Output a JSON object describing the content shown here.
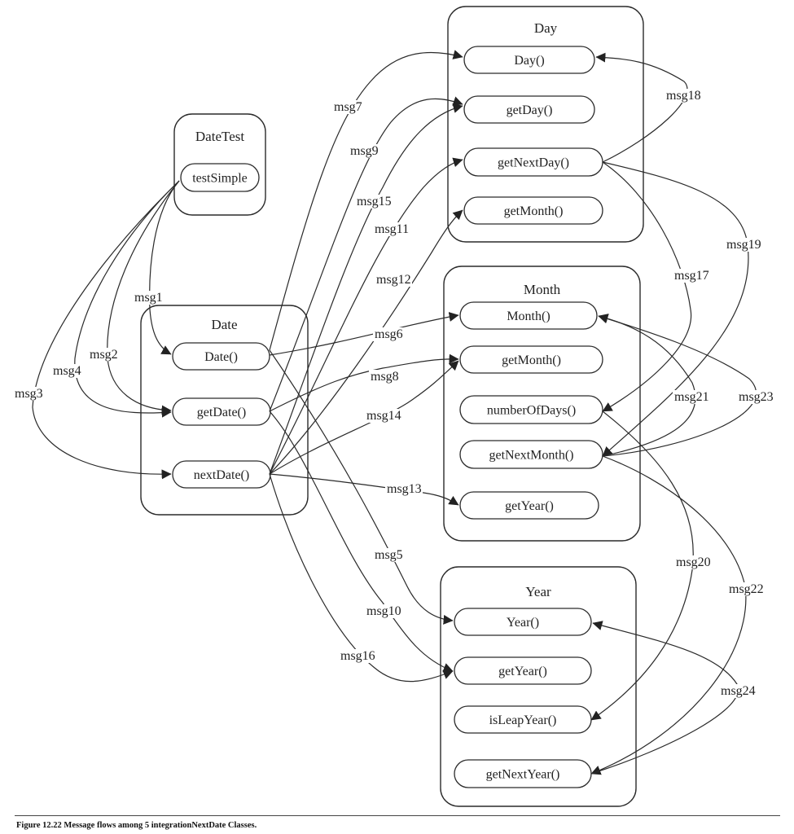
{
  "classes": [
    {
      "id": "datetest",
      "title": "DateTest",
      "methods": [
        {
          "id": "testSimple",
          "label": "testSimple"
        }
      ]
    },
    {
      "id": "date",
      "title": "Date",
      "methods": [
        {
          "id": "Date",
          "label": "Date()"
        },
        {
          "id": "getDate",
          "label": "getDate()"
        },
        {
          "id": "nextDate",
          "label": "nextDate()"
        }
      ]
    },
    {
      "id": "day",
      "title": "Day",
      "methods": [
        {
          "id": "Day",
          "label": "Day()"
        },
        {
          "id": "getDay",
          "label": "getDay()"
        },
        {
          "id": "getNextDay",
          "label": "getNextDay()"
        },
        {
          "id": "getMonthD",
          "label": "getMonth()"
        }
      ]
    },
    {
      "id": "month",
      "title": "Month",
      "methods": [
        {
          "id": "Month",
          "label": "Month()"
        },
        {
          "id": "getMonthM",
          "label": "getMonth()"
        },
        {
          "id": "numberOfDays",
          "label": "numberOfDays()"
        },
        {
          "id": "getNextMonth",
          "label": "getNextMonth()"
        },
        {
          "id": "getYearM",
          "label": "getYear()"
        }
      ]
    },
    {
      "id": "year",
      "title": "Year",
      "methods": [
        {
          "id": "Year",
          "label": "Year()"
        },
        {
          "id": "getYearY",
          "label": "getYear()"
        },
        {
          "id": "isLeapYear",
          "label": "isLeapYear()"
        },
        {
          "id": "getNextYear",
          "label": "getNextYear()"
        }
      ]
    }
  ],
  "messages": [
    {
      "id": "msg1",
      "label": "msg1",
      "from": "testSimple",
      "to": "Date"
    },
    {
      "id": "msg2",
      "label": "msg2",
      "from": "testSimple",
      "to": "getDate"
    },
    {
      "id": "msg3",
      "label": "msg3",
      "from": "testSimple",
      "to": "nextDate"
    },
    {
      "id": "msg4",
      "label": "msg4",
      "from": "testSimple",
      "to": "getDate"
    },
    {
      "id": "msg5",
      "label": "msg5",
      "from": "Date",
      "to": "Year"
    },
    {
      "id": "msg6",
      "label": "msg6",
      "from": "Date",
      "to": "Month"
    },
    {
      "id": "msg7",
      "label": "msg7",
      "from": "Date",
      "to": "Day"
    },
    {
      "id": "msg8",
      "label": "msg8",
      "from": "getDate",
      "to": "getMonthM"
    },
    {
      "id": "msg9",
      "label": "msg9",
      "from": "getDate",
      "to": "getDay"
    },
    {
      "id": "msg10",
      "label": "msg10",
      "from": "getDate",
      "to": "getYearY"
    },
    {
      "id": "msg11",
      "label": "msg11",
      "from": "nextDate",
      "to": "getNextDay"
    },
    {
      "id": "msg12",
      "label": "msg12",
      "from": "nextDate",
      "to": "getMonthD"
    },
    {
      "id": "msg13",
      "label": "msg13",
      "from": "nextDate",
      "to": "getYearM"
    },
    {
      "id": "msg14",
      "label": "msg14",
      "from": "nextDate",
      "to": "getMonthM"
    },
    {
      "id": "msg15",
      "label": "msg15",
      "from": "nextDate",
      "to": "getDay"
    },
    {
      "id": "msg16",
      "label": "msg16",
      "from": "nextDate",
      "to": "getYearY"
    },
    {
      "id": "msg17",
      "label": "msg17",
      "from": "getNextDay",
      "to": "numberOfDays"
    },
    {
      "id": "msg18",
      "label": "msg18",
      "from": "getNextDay",
      "to": "Day"
    },
    {
      "id": "msg19",
      "label": "msg19",
      "from": "getNextDay",
      "to": "getNextMonth"
    },
    {
      "id": "msg20",
      "label": "msg20",
      "from": "numberOfDays",
      "to": "isLeapYear"
    },
    {
      "id": "msg21",
      "label": "msg21",
      "from": "getNextMonth",
      "to": "Month"
    },
    {
      "id": "msg22",
      "label": "msg22",
      "from": "getNextMonth",
      "to": "getNextYear"
    },
    {
      "id": "msg23",
      "label": "msg23",
      "from": "getNextMonth",
      "to": "Month"
    },
    {
      "id": "msg24",
      "label": "msg24",
      "from": "getNextYear",
      "to": "Year"
    }
  ],
  "caption": "Figure 12.22 Message flows among 5 integrationNextDate Classes."
}
